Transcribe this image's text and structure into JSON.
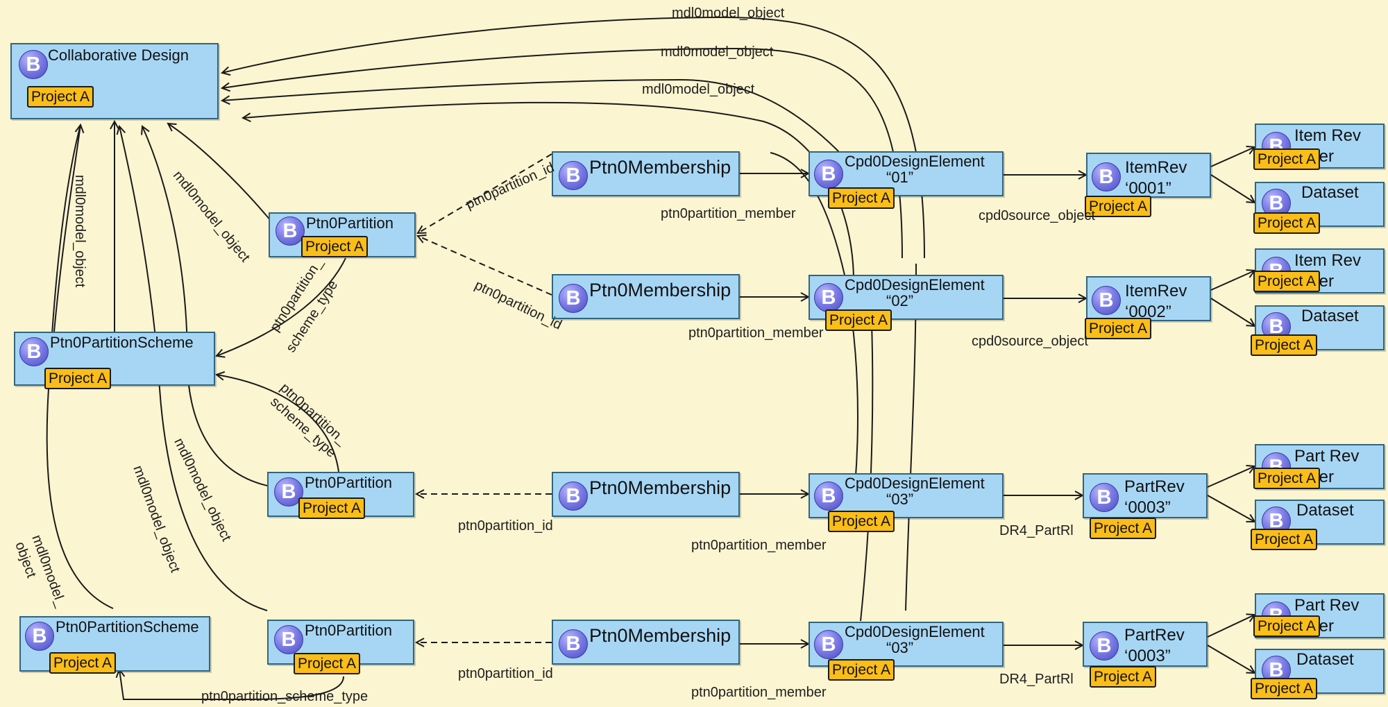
{
  "nodes": {
    "collab": {
      "title": "Collaborative  Design",
      "tag": "Project A"
    },
    "scheme1": {
      "title": "Ptn0PartitionScheme",
      "tag": "Project A"
    },
    "scheme2": {
      "title": "Ptn0PartitionScheme",
      "tag": "Project A"
    },
    "part1": {
      "title": "Ptn0Partition",
      "tag": "Project A"
    },
    "part2": {
      "title": "Ptn0Partition",
      "tag": "Project A"
    },
    "part3": {
      "title": "Ptn0Partition",
      "tag": "Project A"
    },
    "mem1": {
      "title": "Ptn0Membership"
    },
    "mem2": {
      "title": "Ptn0Membership"
    },
    "mem3": {
      "title": "Ptn0Membership"
    },
    "mem4": {
      "title": "Ptn0Membership"
    },
    "de1": {
      "title": "Cpd0DesignElement",
      "sub": "“01”",
      "tag": "Project A"
    },
    "de2": {
      "title": "Cpd0DesignElement",
      "sub": "“02”",
      "tag": "Project A"
    },
    "de3": {
      "title": "Cpd0DesignElement",
      "sub": "“03”",
      "tag": "Project A"
    },
    "de4": {
      "title": "Cpd0DesignElement",
      "sub": "“03”",
      "tag": "Project A"
    },
    "rev1": {
      "title": "ItemRev",
      "sub": "‘0001”",
      "tag": "Project A"
    },
    "rev2": {
      "title": "ItemRev",
      "sub": "‘0002”",
      "tag": "Project A"
    },
    "rev3": {
      "title": "PartRev",
      "sub": "‘0003”",
      "tag": "Project A"
    },
    "rev4": {
      "title": "PartRev",
      "sub": "‘0003”",
      "tag": "Project A"
    },
    "m1": {
      "title": "Item Rev",
      "title2": "ter",
      "tag": "Project A"
    },
    "d1": {
      "title": "Dataset",
      "tag": "Project A"
    },
    "m2": {
      "title": "Item Rev",
      "title2": "ter",
      "tag": "Project A"
    },
    "d2": {
      "title": "Dataset",
      "tag": "Project A"
    },
    "m3": {
      "title": "Part Rev",
      "title2": "ter",
      "tag": "Project A"
    },
    "d3": {
      "title": "Dataset",
      "tag": "Project A"
    },
    "m4": {
      "title": "Part Rev",
      "title2": "ter",
      "tag": "Project A"
    },
    "d4": {
      "title": "Dataset",
      "tag": "Project A"
    }
  },
  "icon_letter": "B",
  "labels": {
    "mdl_top1": "mdl0model_object",
    "mdl_top2": "mdl0model_object",
    "mdl_top3": "mdl0model_object",
    "mdl_vert": "mdl0model_object",
    "mdl_p1": "mdl0model_object",
    "mdl_p2": "mdl0model_object",
    "mdl_s2": "mdl0model_object",
    "mdl_bl1": "mdl0model_",
    "mdl_bl2": "object",
    "pid1": "ptn0partition_id",
    "pid2": "ptn0partition_id",
    "pid3": "ptn0partition_id",
    "pid4": "ptn0partition_id",
    "pst1a": "ptn0partition_",
    "pst1b": "scheme_type",
    "pst2a": "ptn0partition_",
    "pst2b": "scheme_type",
    "pst3": "ptn0partition_scheme_type",
    "pm1": "ptn0partition_member",
    "pm2": "ptn0partition_member",
    "pm3": "ptn0partition_member",
    "pm4": "ptn0partition_member",
    "src1": "cpd0source_object",
    "src2": "cpd0source_object",
    "dr1": "DR4_PartRl",
    "dr2": "DR4_PartRl"
  },
  "colors": {
    "background": "#fcf5d1",
    "node_fill": "#a7d6f4",
    "tag_fill": "#fbbd17",
    "icon": "#6f6fe0"
  }
}
